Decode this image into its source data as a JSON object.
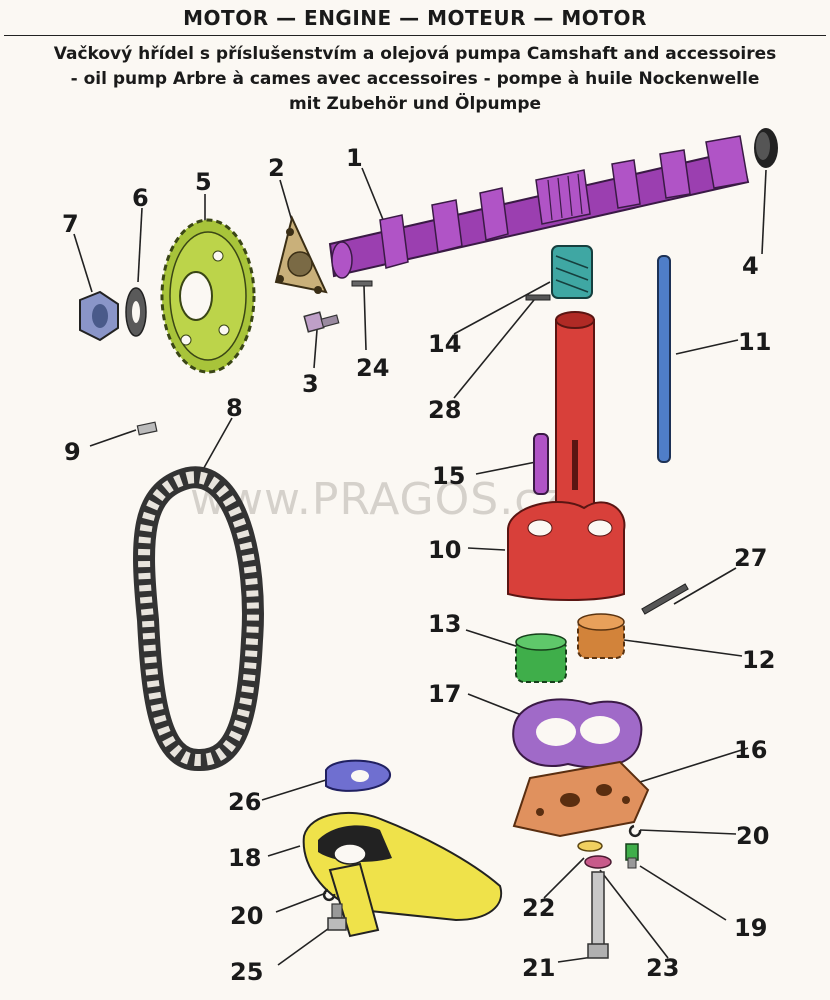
{
  "header": {
    "title": "MOTOR — ENGINE — MOTEUR — MOTOR"
  },
  "caption": {
    "lines": [
      "Vačkový hřídel s příslušenstvím a olejová pumpa  Camshaft and accessoires",
      "- oil pump   Arbre à cames avec accessoires - pompe à huile  Nockenwelle",
      "mit Zubehör und Ölpumpe"
    ]
  },
  "watermark": "www.PRAGOS.cz",
  "colors": {
    "camshaft": "#9b3fb0",
    "sprocket": "#a8c43a",
    "chain": "#555555",
    "pump_body": "#d8403a",
    "pushrod": "#4f7ec8",
    "gear_green": "#3fae4a",
    "gear_orange": "#d2833a",
    "gasket_purple": "#a06ac8",
    "plate_orange": "#e0915e",
    "strainer_yellow": "#efe24a",
    "gasket_blue": "#6f6fd0",
    "nut_blue": "#8a95c8",
    "gear_teal": "#3fa7a3",
    "plate_tan": "#c9b07a"
  },
  "parts": {
    "p1": "1",
    "p2": "2",
    "p3": "3",
    "p4": "4",
    "p5": "5",
    "p6": "6",
    "p7": "7",
    "p8": "8",
    "p9": "9",
    "p10": "10",
    "p11": "11",
    "p12": "12",
    "p13": "13",
    "p14": "14",
    "p15": "15",
    "p16": "16",
    "p17": "17",
    "p18": "18",
    "p19": "19",
    "p20a": "20",
    "p20b": "20",
    "p21": "21",
    "p22": "22",
    "p23": "23",
    "p24": "24",
    "p25": "25",
    "p26": "26",
    "p27": "27",
    "p28": "28"
  }
}
